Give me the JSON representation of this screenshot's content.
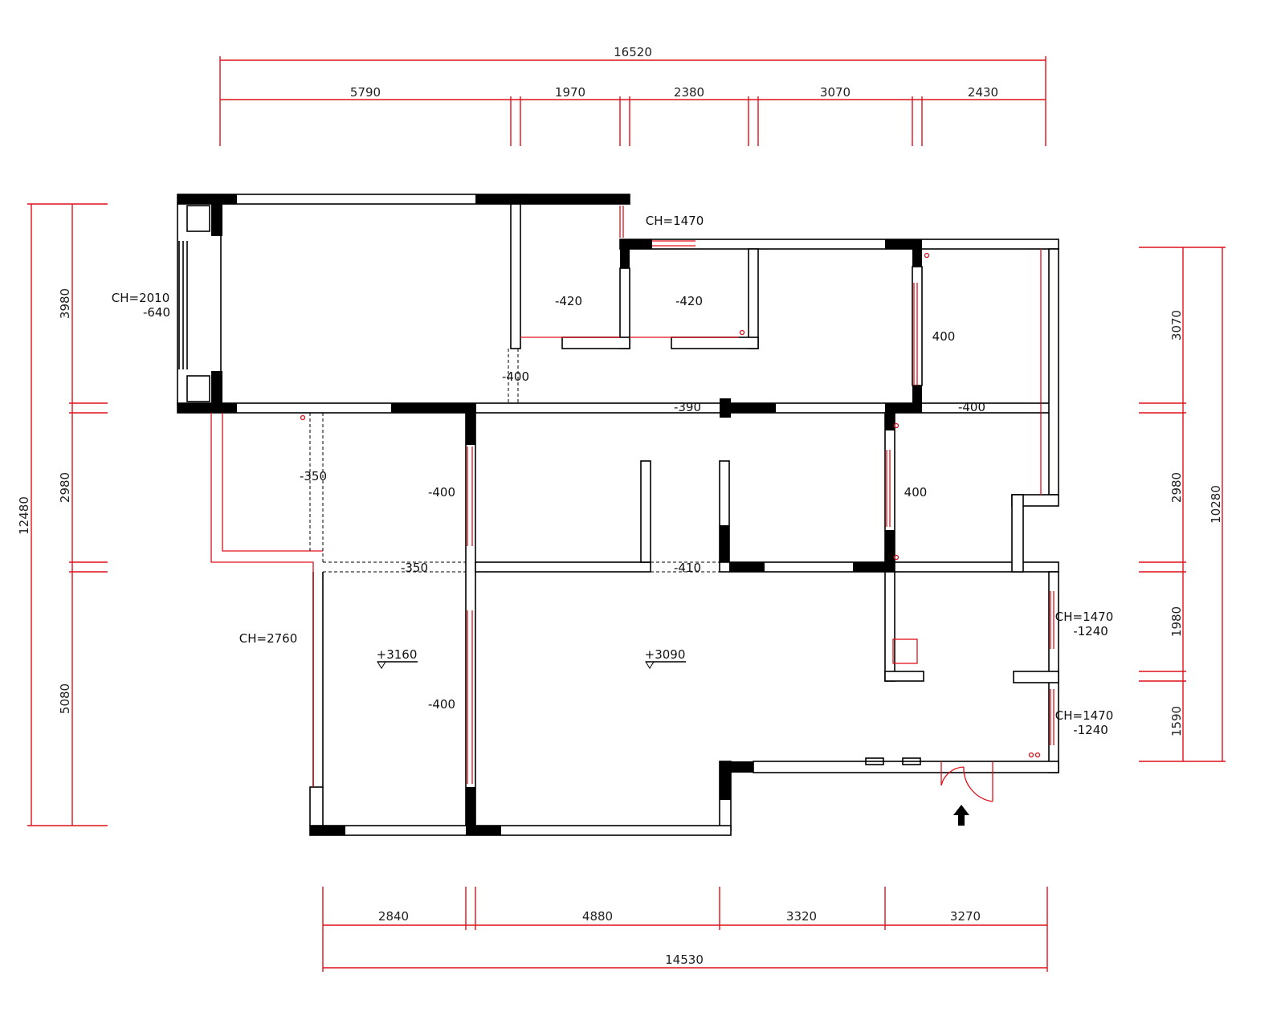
{
  "dims_top": {
    "total": "16520",
    "seg1": "5790",
    "seg2": "1970",
    "seg3": "2380",
    "seg4": "3070",
    "seg5": "2430"
  },
  "dims_bottom": {
    "total": "14530",
    "seg1": "2840",
    "seg2": "4880",
    "seg3": "3320",
    "seg4": "3270"
  },
  "dims_left": {
    "total": "12480",
    "seg1": "3980",
    "seg2": "2980",
    "seg3": "5080"
  },
  "dims_right": {
    "total": "10280",
    "seg1": "3070",
    "seg2": "2980",
    "seg3": "1980",
    "seg4": "1590"
  },
  "notes": {
    "left_window_ch": "CH=2010",
    "left_window_offset": "-640",
    "top_window_ch": "CH=1470",
    "bay_ch": "CH=2760",
    "right_window1_ch": "CH=1470",
    "right_window1_offset": "-1240",
    "right_window2_ch": "CH=1470",
    "right_window2_offset": "-1240"
  },
  "levels": {
    "room_a": "-420",
    "room_b": "-420",
    "corridor": "-400",
    "beam_390": "-390",
    "beam_400_right": "-400",
    "beam_350_top": "-350",
    "beam_350_bottom": "-350",
    "beam_410": "-410",
    "wall_400_left_top": "-400",
    "wall_400_left_bottom": "-400",
    "wall_400_right_top": "400",
    "wall_400_right_bottom": "400",
    "floor_left": "+3160",
    "floor_main": "+3090"
  }
}
